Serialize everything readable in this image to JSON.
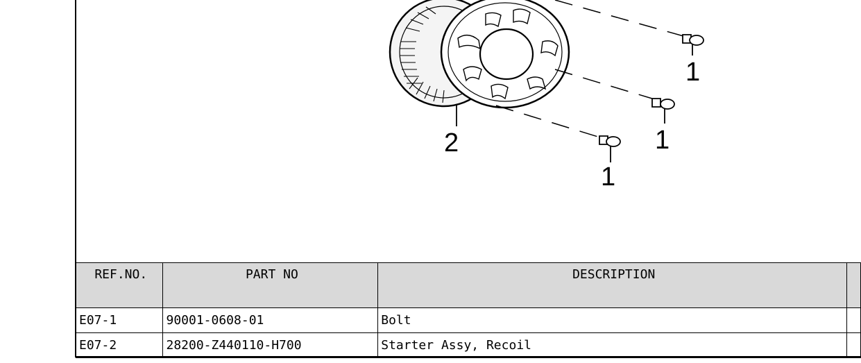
{
  "diagram": {
    "callouts": [
      "1",
      "1",
      "1",
      "2"
    ]
  },
  "table": {
    "headers": [
      "REF.NO.",
      "PART NO",
      "DESCRIPTION",
      ""
    ],
    "rows": [
      {
        "ref": "E07-1",
        "part_no": "90001-0608-01",
        "description": "Bolt",
        "qty": ""
      },
      {
        "ref": "E07-2",
        "part_no": "28200-Z440110-H700",
        "description": "Starter Assy, Recoil",
        "qty": ""
      }
    ]
  }
}
